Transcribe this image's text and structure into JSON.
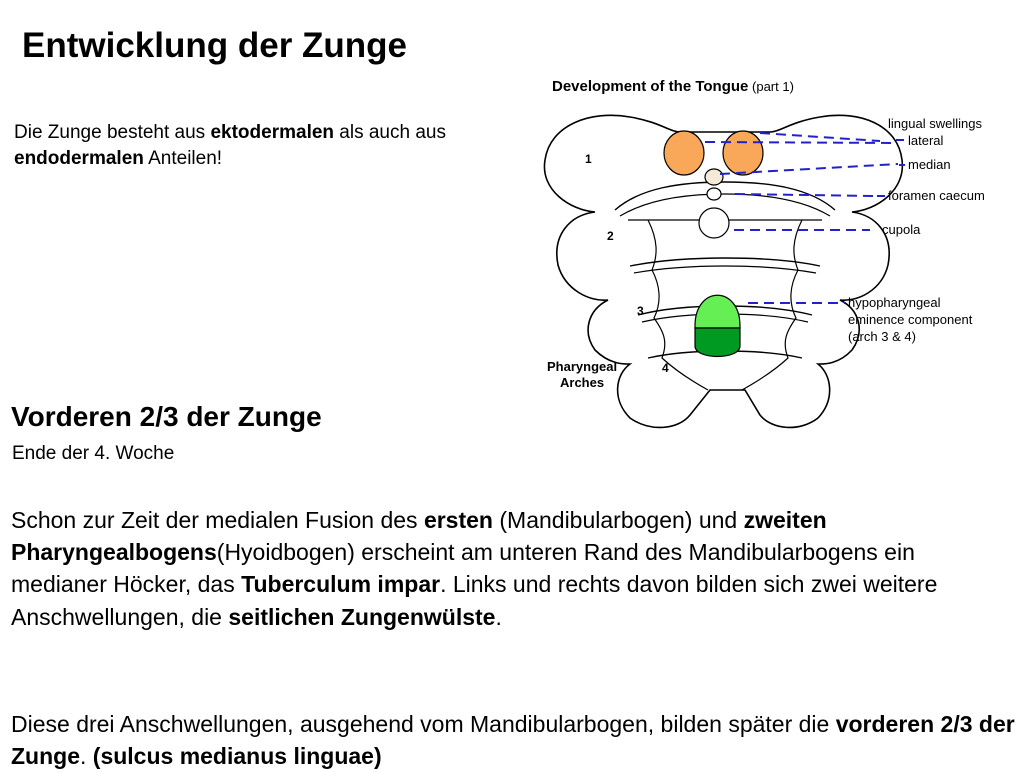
{
  "title": "Entwicklung der Zunge",
  "intro": {
    "t1": "Die Zunge besteht aus ",
    "b1": "ektodermalen",
    "t2": " als auch aus ",
    "b2": "endodermalen",
    "t3": " Anteilen!"
  },
  "section_title": "Vorderen 2/3 der Zunge",
  "section_subtitle": "Ende der 4. Woche",
  "paragraph1": {
    "t1": "Schon zur Zeit der medialen Fusion des ",
    "b1": "ersten",
    "t2": " (Mandibularbogen) und ",
    "b2": "zweiten Pharyngealbogens",
    "t3": "(Hyoidbogen) erscheint am unteren Rand des Mandibularbogens ein medianer Höcker, das ",
    "b3": "Tuberculum impar",
    "t4": ". Links und rechts davon bilden sich zwei weitere Anschwellungen, die ",
    "b4": "seitlichen Zungenwülste",
    "t5": "."
  },
  "paragraph2": {
    "t1": "Diese drei Anschwellungen, ausgehend vom Mandibularbogen, bilden später die ",
    "b1": "vorderen 2/3 der Zunge",
    "t2": ". ",
    "b2": "(sulcus medianus linguae)"
  },
  "diagram": {
    "title_bold": "Development of the Tongue",
    "title_part": " (part 1)",
    "arches": [
      "1",
      "2",
      "3",
      "4"
    ],
    "pharyngeal_line1": "Pharyngeal",
    "pharyngeal_line2": "Arches",
    "labels": {
      "lingual_swellings": "lingual swellings",
      "lateral": "lateral",
      "median": "median",
      "foramen_caecum": "foramen caecum",
      "cupola": "cupola",
      "hypo1": "hypopharyngeal",
      "hypo2": "eminence component",
      "hypo3": "(arch 3 & 4)"
    },
    "colors": {
      "lateral_swelling": "#f8a858",
      "hypopharyngeal_upper": "#66ee55",
      "hypopharyngeal_lower": "#009922",
      "leader": "#2222cc"
    }
  }
}
